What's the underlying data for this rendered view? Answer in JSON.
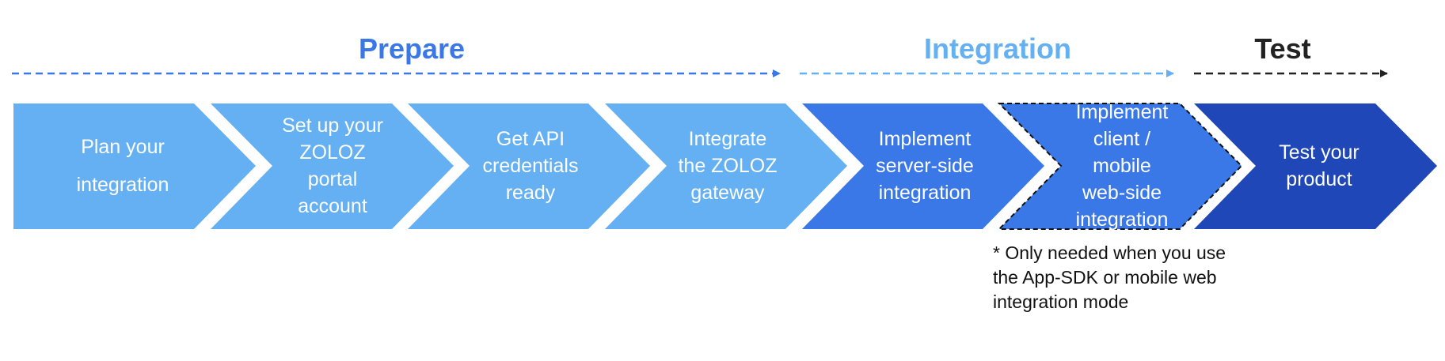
{
  "colors": {
    "light_blue": "#64B0F2",
    "mid_blue": "#3B78E7",
    "dark_blue": "#1F47B8",
    "prepare_title": "#3B78E7",
    "integration_title": "#64B0F2",
    "test_title": "#222222",
    "test_arrow": "#222222"
  },
  "phases": {
    "prepare": "Prepare",
    "integration": "Integration",
    "test": "Test"
  },
  "steps": [
    {
      "lines": [
        "Plan your",
        "integration"
      ],
      "fill": "light",
      "dashed": false
    },
    {
      "lines": [
        "Set up your",
        "ZOLOZ",
        "portal",
        "account"
      ],
      "fill": "light",
      "dashed": false
    },
    {
      "lines": [
        "Get API",
        "credentials",
        "ready"
      ],
      "fill": "light",
      "dashed": false
    },
    {
      "lines": [
        "Integrate",
        "the ZOLOZ",
        "gateway"
      ],
      "fill": "light",
      "dashed": false
    },
    {
      "lines": [
        "Implement",
        "server-side",
        "integration"
      ],
      "fill": "mid",
      "dashed": false
    },
    {
      "lines": [
        "Implement",
        "client /",
        "mobile",
        "web-side",
        "integration"
      ],
      "fill": "mid",
      "dashed": true
    },
    {
      "lines": [
        "Test your",
        "product"
      ],
      "fill": "dark",
      "dashed": false
    }
  ],
  "note": "* Only needed when you use the App-SDK or mobile web integration mode"
}
